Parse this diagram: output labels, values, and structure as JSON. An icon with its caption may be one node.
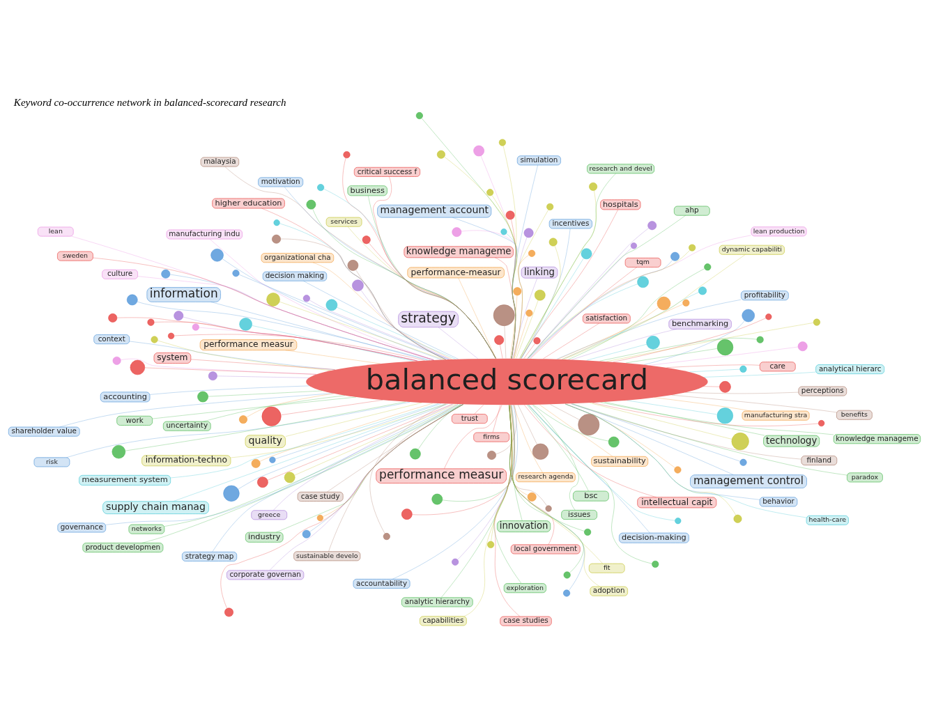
{
  "diagram": {
    "title": "Keyword co-occurrence network in balanced-scorecard research",
    "nodes": [
      {
        "text": [
          "motivation"
        ]
      },
      {
        "text": [
          "accountability"
        ]
      },
      {
        "text": [],
        "shape": "circle"
      },
      {
        "text": [],
        "shape": "circle"
      },
      {
        "text": [
          "strategy map"
        ]
      },
      {
        "text": [],
        "shape": "circle"
      },
      {
        "text": [
          "simulation"
        ]
      },
      {
        "text": [
          "accounting"
        ]
      },
      {
        "text": [
          "corporate governan"
        ]
      },
      {
        "text": [],
        "shape": "circle"
      },
      {
        "text": [
          "incentives"
        ]
      },
      {
        "text": [],
        "shape": "circle"
      },
      {
        "text": [
          "context"
        ]
      },
      {
        "text": [],
        "shape": "circle"
      },
      {
        "text": [],
        "shape": "circle"
      },
      {
        "text": [
          "management account"
        ]
      },
      {
        "text": [
          "shareholder value"
        ]
      },
      {
        "text": [],
        "shape": "circle"
      },
      {
        "text": [
          "management control"
        ]
      },
      {
        "text": [
          "profitability"
        ]
      },
      {
        "text": [
          "behavior"
        ]
      },
      {
        "text": [],
        "shape": "circle"
      },
      {
        "text": [
          "finland"
        ]
      },
      {
        "text": [],
        "shape": "circle"
      },
      {
        "text": [],
        "shape": "circle"
      },
      {
        "text": [
          "information"
        ]
      },
      {
        "text": [],
        "shape": "circle"
      },
      {
        "text": [
          "linking"
        ]
      },
      {
        "text": [
          "decision-making"
        ]
      },
      {
        "text": [
          "case study"
        ]
      },
      {
        "text": [
          "decision making"
        ]
      },
      {
        "text": [],
        "shape": "circle"
      },
      {
        "text": [],
        "shape": "circle"
      },
      {
        "text": [],
        "shape": "circle"
      },
      {
        "text": [],
        "shape": "circle"
      },
      {
        "text": [],
        "shape": "circle"
      },
      {
        "text": [
          "benefits"
        ]
      },
      {
        "text": [
          "performance-measur"
        ]
      },
      {
        "text": [
          "manufacturing stra"
        ]
      },
      {
        "text": [],
        "shape": "circle"
      },
      {
        "text": [
          "organizational cha"
        ]
      },
      {
        "text": [],
        "shape": "circle"
      },
      {
        "text": [],
        "shape": "circle"
      },
      {
        "text": [],
        "shape": "circle"
      },
      {
        "text": [
          "sustainable develo"
        ]
      },
      {
        "text": [],
        "shape": "circle"
      },
      {
        "text": [
          "culture"
        ]
      },
      {
        "text": [
          "governance"
        ]
      },
      {
        "text": [
          "lean"
        ]
      },
      {
        "text": [],
        "shape": "circle"
      },
      {
        "text": [
          "greece"
        ]
      },
      {
        "text": [
          "sustainability"
        ]
      },
      {
        "text": [
          "lean production"
        ]
      },
      {
        "text": [
          "strategy"
        ]
      },
      {
        "text": [],
        "shape": "circle"
      },
      {
        "text": [
          "research agenda"
        ]
      },
      {
        "text": [],
        "shape": "circle"
      },
      {
        "text": [
          "manufacturing indu"
        ]
      },
      {
        "text": [
          "perceptions"
        ]
      },
      {
        "text": [],
        "shape": "circle"
      },
      {
        "text": [],
        "shape": "circle"
      },
      {
        "text": [],
        "shape": "circle"
      },
      {
        "text": [],
        "shape": "circle"
      },
      {
        "text": [
          "performance measur"
        ]
      },
      {
        "text": [
          "risk"
        ]
      },
      {
        "text": [
          "trust"
        ]
      },
      {
        "text": [
          "uncertainty"
        ]
      },
      {
        "text": [],
        "shape": "circle"
      },
      {
        "text": [],
        "shape": "circle"
      },
      {
        "text": [
          "malaysia"
        ]
      },
      {
        "text": [],
        "shape": "circle"
      },
      {
        "text": [],
        "shape": "circle"
      },
      {
        "text": [],
        "shape": "circle"
      },
      {
        "text": [],
        "shape": "circle"
      },
      {
        "text": [],
        "shape": "circle"
      },
      {
        "text": [],
        "shape": "circle"
      },
      {
        "text": [],
        "shape": "circle"
      },
      {
        "text": [],
        "shape": "circle"
      },
      {
        "text": [],
        "shape": "circle"
      },
      {
        "text": [],
        "shape": "circle"
      },
      {
        "text": [],
        "shape": "circle"
      },
      {
        "text": [],
        "shape": "circle"
      },
      {
        "text": [],
        "shape": "circle"
      },
      {
        "text": [
          "balanced scorecard"
        ]
      },
      {
        "text": [
          "dynamic capabiliti"
        ]
      },
      {
        "text": [],
        "shape": "circle"
      },
      {
        "text": [],
        "shape": "circle"
      },
      {
        "text": [],
        "shape": "circle"
      },
      {
        "text": [],
        "shape": "circle"
      },
      {
        "text": [],
        "shape": "circle"
      },
      {
        "text": [],
        "shape": "circle"
      },
      {
        "text": [],
        "shape": "circle"
      },
      {
        "text": [],
        "shape": "circle"
      },
      {
        "text": [
          "adoption"
        ]
      },
      {
        "text": [],
        "shape": "circle"
      },
      {
        "text": [],
        "shape": "circle"
      },
      {
        "text": [],
        "shape": "circle"
      },
      {
        "text": [
          "care"
        ]
      },
      {
        "text": [],
        "shape": "circle"
      },
      {
        "text": [],
        "shape": "circle"
      },
      {
        "text": [],
        "shape": "circle"
      },
      {
        "text": [
          "health-care"
        ]
      },
      {
        "text": [
          "quality"
        ]
      },
      {
        "text": [],
        "shape": "circle"
      },
      {
        "text": [],
        "shape": "circle"
      },
      {
        "text": [
          "benchmarking"
        ]
      },
      {
        "text": [
          "bsc"
        ]
      },
      {
        "text": [
          "knowledge manageme"
        ]
      },
      {
        "text": [
          "firms"
        ]
      },
      {
        "text": [],
        "shape": "circle"
      },
      {
        "text": [],
        "shape": "circle"
      },
      {
        "text": [
          "information-techno"
        ]
      },
      {
        "text": [],
        "shape": "circle"
      },
      {
        "text": [
          "performance measur"
        ]
      },
      {
        "text": [],
        "shape": "circle"
      },
      {
        "text": [],
        "shape": "circle"
      },
      {
        "text": [
          "higher education"
        ]
      },
      {
        "text": [
          "satisfaction"
        ]
      },
      {
        "text": [],
        "shape": "circle"
      },
      {
        "text": [],
        "shape": "circle"
      },
      {
        "text": [],
        "shape": "circle"
      },
      {
        "text": [],
        "shape": "circle"
      },
      {
        "text": [],
        "shape": "circle"
      },
      {
        "text": [],
        "shape": "circle"
      },
      {
        "text": [
          "industry"
        ]
      },
      {
        "text": [
          "fit"
        ]
      },
      {
        "text": [],
        "shape": "circle"
      },
      {
        "text": [],
        "shape": "circle"
      },
      {
        "text": [
          "knowledge manageme"
        ]
      },
      {
        "text": [
          "innovation"
        ]
      },
      {
        "text": [],
        "shape": "circle"
      },
      {
        "text": [
          "local government"
        ]
      },
      {
        "text": [],
        "shape": "circle"
      },
      {
        "text": [],
        "shape": "circle"
      },
      {
        "text": [],
        "shape": "circle"
      },
      {
        "text": [],
        "shape": "circle"
      },
      {
        "text": [],
        "shape": "circle"
      },
      {
        "text": [
          "tqm"
        ]
      },
      {
        "text": [],
        "shape": "circle"
      },
      {
        "text": [
          "hospitals"
        ]
      },
      {
        "text": [
          "capabilities"
        ]
      },
      {
        "text": [],
        "shape": "circle"
      },
      {
        "text": [],
        "shape": "circle"
      },
      {
        "text": [],
        "shape": "circle"
      },
      {
        "text": [
          "technology"
        ]
      },
      {
        "text": [
          "system"
        ]
      },
      {
        "text": [],
        "shape": "circle"
      },
      {
        "text": [
          "services"
        ]
      },
      {
        "text": [],
        "shape": "circle"
      },
      {
        "text": [],
        "shape": "circle"
      },
      {
        "text": [],
        "shape": "circle"
      },
      {
        "text": [
          "analytic hierarchy"
        ]
      },
      {
        "text": [],
        "shape": "circle"
      },
      {
        "text": [],
        "shape": "circle"
      },
      {
        "text": [],
        "shape": "circle"
      },
      {
        "text": [],
        "shape": "circle"
      },
      {
        "text": [],
        "shape": "circle"
      },
      {
        "text": [
          "intellectual capit"
        ]
      },
      {
        "text": [
          "business"
        ]
      },
      {
        "text": [
          "issues"
        ]
      },
      {
        "text": [
          "exploration"
        ]
      },
      {
        "text": [
          "sweden"
        ]
      },
      {
        "text": [
          "measurement system"
        ]
      },
      {
        "text": [
          "ahp"
        ]
      },
      {
        "text": [],
        "shape": "circle"
      },
      {
        "text": [],
        "shape": "circle"
      },
      {
        "text": [
          "work"
        ]
      },
      {
        "text": [],
        "shape": "circle"
      },
      {
        "text": [
          "networks"
        ]
      },
      {
        "text": [],
        "shape": "circle"
      },
      {
        "text": [
          "supply chain manag"
        ]
      },
      {
        "text": [
          "case studies"
        ]
      },
      {
        "text": [],
        "shape": "circle"
      },
      {
        "text": [
          "product developmen"
        ]
      },
      {
        "text": [],
        "shape": "circle"
      },
      {
        "text": [
          "critical success f"
        ]
      },
      {
        "text": [
          "paradox"
        ]
      },
      {
        "text": [
          "analytical hierarc"
        ]
      },
      {
        "text": [
          "research and devel"
        ]
      }
    ],
    "edges": [
      {
        "from": 83,
        "to": 0,
        "arrow": "none",
        "color": "#4f94d9"
      },
      {
        "from": 83,
        "to": 1,
        "arrow": "none",
        "color": "#4f94d9"
      },
      {
        "from": 83,
        "to": 2,
        "arrow": "none",
        "color": "#4f94d9"
      },
      {
        "from": 83,
        "to": 3,
        "arrow": "none",
        "color": "#4f94d9"
      },
      {
        "from": 83,
        "to": 4,
        "arrow": "none",
        "color": "#4f94d9"
      },
      {
        "from": 83,
        "to": 5,
        "arrow": "none",
        "color": "#a87bd8"
      },
      {
        "from": 83,
        "to": 6,
        "arrow": "none",
        "color": "#4f94d9"
      },
      {
        "from": 83,
        "to": 7,
        "arrow": "none",
        "color": "#4f94d9"
      },
      {
        "from": 83,
        "to": 8,
        "arrow": "none",
        "color": "#a87bd8"
      },
      {
        "from": 83,
        "to": 9,
        "arrow": "none",
        "color": "#4f94d9"
      },
      {
        "from": 83,
        "to": 10,
        "arrow": "none",
        "color": "#4f94d9"
      },
      {
        "from": 83,
        "to": 11,
        "arrow": "none",
        "color": "#4f94d9"
      },
      {
        "from": 83,
        "to": 12,
        "arrow": "none",
        "color": "#4f94d9"
      },
      {
        "from": 83,
        "to": 13,
        "arrow": "none",
        "color": "#4f94d9"
      },
      {
        "from": 83,
        "to": 14,
        "arrow": "none",
        "color": "#4f94d9"
      },
      {
        "from": 83,
        "to": 15,
        "arrow": "none",
        "color": "#4f94d9"
      },
      {
        "from": 83,
        "to": 16,
        "arrow": "none",
        "color": "#4f94d9"
      },
      {
        "from": 83,
        "to": 17,
        "arrow": "none",
        "color": "#4f94d9"
      },
      {
        "from": 83,
        "to": 18,
        "arrow": "none",
        "color": "#4f94d9"
      },
      {
        "from": 83,
        "to": 19,
        "arrow": "none",
        "color": "#4f94d9"
      },
      {
        "from": 83,
        "to": 20,
        "arrow": "none",
        "color": "#4f94d9"
      },
      {
        "from": 83,
        "to": 21,
        "arrow": "none",
        "color": "#4f94d9"
      },
      {
        "from": 83,
        "to": 22,
        "arrow": "none",
        "color": "#a97868"
      },
      {
        "from": 83,
        "to": 23,
        "arrow": "none",
        "color": "#a97868"
      },
      {
        "from": 83,
        "to": 24,
        "arrow": "none",
        "color": "#a87bd8"
      },
      {
        "from": 83,
        "to": 25,
        "arrow": "none",
        "color": "#4f94d9"
      },
      {
        "from": 83,
        "to": 26,
        "arrow": "none",
        "color": "#f29a38"
      },
      {
        "from": 83,
        "to": 27,
        "arrow": "none",
        "color": "#a87bd8"
      },
      {
        "from": 83,
        "to": 28,
        "arrow": "none",
        "color": "#4f94d9"
      },
      {
        "from": 83,
        "to": 29,
        "arrow": "none",
        "color": "#a97868"
      },
      {
        "from": 83,
        "to": 30,
        "arrow": "none",
        "color": "#4f94d9"
      },
      {
        "from": 83,
        "to": 31,
        "arrow": "none",
        "color": "#a97868"
      },
      {
        "from": 83,
        "to": 32,
        "arrow": "none",
        "color": "#a87bd8"
      },
      {
        "from": 83,
        "to": 33,
        "arrow": "none",
        "color": "#f29a38"
      },
      {
        "from": 83,
        "to": 34,
        "arrow": "none",
        "color": "#a87bd8"
      },
      {
        "from": 83,
        "to": 35,
        "arrow": "none",
        "color": "#f29a38"
      },
      {
        "from": 83,
        "to": 36,
        "arrow": "none",
        "color": "#a97868"
      },
      {
        "from": 83,
        "to": 37,
        "arrow": "none",
        "color": "#f29a38"
      },
      {
        "from": 83,
        "to": 38,
        "arrow": "none",
        "color": "#f29a38"
      },
      {
        "from": 83,
        "to": 39,
        "arrow": "none",
        "color": "#4f94d9"
      },
      {
        "from": 83,
        "to": 40,
        "arrow": "none",
        "color": "#f29a38"
      },
      {
        "from": 83,
        "to": 41,
        "arrow": "none",
        "color": "#f29a38"
      },
      {
        "from": 83,
        "to": 42,
        "arrow": "none",
        "color": "#4f94d9"
      },
      {
        "from": 83,
        "to": 43,
        "arrow": "none",
        "color": "#a87bd8"
      },
      {
        "from": 83,
        "to": 44,
        "arrow": "none",
        "color": "#a97868"
      },
      {
        "from": 83,
        "to": 45,
        "arrow": "none",
        "color": "#f29a38"
      },
      {
        "from": 83,
        "to": 46,
        "arrow": "none",
        "color": "#e98ae0"
      },
      {
        "from": 83,
        "to": 47,
        "arrow": "none",
        "color": "#4f94d9"
      },
      {
        "from": 83,
        "to": 48,
        "arrow": "none",
        "color": "#e98ae0"
      },
      {
        "from": 83,
        "to": 49,
        "arrow": "none",
        "color": "#f29a38"
      },
      {
        "from": 83,
        "to": 50,
        "arrow": "none",
        "color": "#a87bd8"
      },
      {
        "from": 83,
        "to": 51,
        "arrow": "none",
        "color": "#f29a38"
      },
      {
        "from": 83,
        "to": 52,
        "arrow": "none",
        "color": "#e98ae0"
      },
      {
        "from": 83,
        "to": 53,
        "arrow": "none",
        "color": "#a87bd8"
      },
      {
        "from": 83,
        "to": 54,
        "arrow": "none",
        "color": "#a87bd8"
      },
      {
        "from": 83,
        "to": 55,
        "arrow": "none",
        "color": "#f29a38"
      },
      {
        "from": 83,
        "to": 56,
        "arrow": "none",
        "color": "#f29a38"
      },
      {
        "from": 83,
        "to": 57,
        "arrow": "none",
        "color": "#e98ae0"
      },
      {
        "from": 83,
        "to": 58,
        "arrow": "none",
        "color": "#a97868"
      },
      {
        "from": 83,
        "to": 59,
        "arrow": "none",
        "color": "#a97868"
      },
      {
        "from": 83,
        "to": 60,
        "arrow": "none",
        "color": "#a97868"
      },
      {
        "from": 83,
        "to": 61,
        "arrow": "none",
        "color": "#c4c531"
      },
      {
        "from": 83,
        "to": 62,
        "arrow": "none",
        "color": "#41c6d5"
      },
      {
        "from": 83,
        "to": 63,
        "arrow": "none",
        "color": "#f29a38"
      },
      {
        "from": 83,
        "to": 64,
        "arrow": "none",
        "color": "#4f94d9"
      },
      {
        "from": 83,
        "to": 65,
        "arrow": "none"
      },
      {
        "from": 83,
        "to": 66,
        "arrow": "none",
        "color": "#44b54a"
      },
      {
        "from": 83,
        "to": 67,
        "arrow": "none",
        "color": "#e98ae0"
      },
      {
        "from": 83,
        "to": 68,
        "arrow": "none",
        "color": "#44b54a"
      },
      {
        "from": 83,
        "to": 69,
        "arrow": "none",
        "color": "#a97868"
      },
      {
        "from": 83,
        "to": 70,
        "arrow": "none",
        "color": "#f29a38"
      },
      {
        "from": 83,
        "to": 71,
        "arrow": "none",
        "color": "#a87bd8"
      },
      {
        "from": 83,
        "to": 72,
        "arrow": "none",
        "color": "#e98ae0"
      },
      {
        "from": 83,
        "to": 73,
        "arrow": "none",
        "color": "#c4c531"
      },
      {
        "from": 83,
        "to": 74,
        "arrow": "none",
        "color": "#44b54a"
      },
      {
        "from": 83,
        "to": 75,
        "arrow": "none",
        "color": "#44b54a"
      },
      {
        "from": 83,
        "to": 76,
        "arrow": "none",
        "color": "#44b54a"
      },
      {
        "from": 83,
        "to": 77,
        "arrow": "none"
      },
      {
        "from": 83,
        "to": 78,
        "arrow": "none",
        "color": "#e98ae0"
      },
      {
        "from": 83,
        "to": 79,
        "arrow": "none",
        "color": "#a87bd8"
      },
      {
        "from": 83,
        "to": 80,
        "arrow": "none",
        "color": "#a97868"
      },
      {
        "from": 83,
        "to": 81,
        "arrow": "none",
        "color": "#41c6d5"
      },
      {
        "from": 83,
        "to": 82,
        "arrow": "none",
        "color": "#f29a38"
      },
      {
        "from": 83,
        "to": 84,
        "arrow": "none",
        "color": "#c4c531"
      },
      {
        "from": 83,
        "to": 85,
        "arrow": "none",
        "color": "#c4c531"
      },
      {
        "from": 83,
        "to": 86,
        "arrow": "none",
        "color": "#44b54a"
      },
      {
        "from": 83,
        "to": 87,
        "arrow": "none",
        "color": "#41c6d5"
      },
      {
        "from": 83,
        "to": 88,
        "arrow": "none",
        "color": "#c4c531"
      },
      {
        "from": 83,
        "to": 89,
        "arrow": "none",
        "color": "#f29a38"
      },
      {
        "from": 83,
        "to": 90,
        "arrow": "none",
        "color": "#41c6d5"
      },
      {
        "from": 83,
        "to": 91,
        "arrow": "none",
        "color": "#c4c531"
      },
      {
        "from": 83,
        "to": 92,
        "arrow": "none",
        "color": "#c4c531"
      },
      {
        "from": 83,
        "to": 93,
        "arrow": "none",
        "color": "#c4c531"
      },
      {
        "from": 83,
        "to": 94,
        "arrow": "none",
        "color": "#a97868"
      },
      {
        "from": 83,
        "to": 95,
        "arrow": "none"
      },
      {
        "from": 83,
        "to": 96,
        "arrow": "none",
        "color": "#e98ae0"
      },
      {
        "from": 83,
        "to": 97,
        "arrow": "none"
      },
      {
        "from": 83,
        "to": 98,
        "arrow": "none",
        "color": "#c4c531"
      },
      {
        "from": 83,
        "to": 99,
        "arrow": "none"
      },
      {
        "from": 83,
        "to": 100,
        "arrow": "none",
        "color": "#4f94d9"
      },
      {
        "from": 83,
        "to": 101,
        "arrow": "none",
        "color": "#41c6d5"
      },
      {
        "from": 83,
        "to": 102,
        "arrow": "none",
        "color": "#c4c531"
      },
      {
        "from": 83,
        "to": 103,
        "arrow": "none"
      },
      {
        "from": 83,
        "to": 104,
        "arrow": "none",
        "color": "#c4c531"
      },
      {
        "from": 83,
        "to": 105,
        "arrow": "none",
        "color": "#a87bd8"
      },
      {
        "from": 83,
        "to": 106,
        "arrow": "none",
        "color": "#44b54a"
      },
      {
        "from": 83,
        "to": 107,
        "arrow": "none",
        "color": "#44b54a"
      },
      {
        "from": 83,
        "to": 108,
        "arrow": "none"
      },
      {
        "from": 83,
        "to": 109,
        "arrow": "none",
        "color": "#a97868"
      },
      {
        "from": 83,
        "to": 110,
        "arrow": "none",
        "color": "#c4c531"
      },
      {
        "from": 83,
        "to": 111,
        "arrow": "none",
        "color": "#c4c531"
      },
      {
        "from": 83,
        "to": 112,
        "arrow": "none",
        "color": "#41c6d5"
      },
      {
        "from": 83,
        "to": 113,
        "arrow": "none"
      },
      {
        "from": 83,
        "to": 114,
        "arrow": "none",
        "color": "#c4c531"
      },
      {
        "from": 83,
        "to": 115,
        "arrow": "none",
        "color": "#c4c531"
      },
      {
        "from": 83,
        "to": 116,
        "arrow": "none"
      },
      {
        "from": 83,
        "to": 117,
        "arrow": "none"
      },
      {
        "from": 83,
        "to": 118,
        "arrow": "none",
        "color": "#c4c531"
      },
      {
        "from": 83,
        "to": 119,
        "arrow": "none"
      },
      {
        "from": 83,
        "to": 120,
        "arrow": "none",
        "color": "#a97868"
      },
      {
        "from": 83,
        "to": 121,
        "arrow": "none",
        "color": "#41c6d5"
      },
      {
        "from": 83,
        "to": 122,
        "arrow": "none",
        "color": "#41c6d5"
      },
      {
        "from": 83,
        "to": 123,
        "arrow": "none",
        "color": "#e98ae0"
      },
      {
        "from": 83,
        "to": 124,
        "arrow": "none",
        "color": "#44b54a"
      },
      {
        "from": 83,
        "to": 125,
        "arrow": "none",
        "color": "#c4c531"
      },
      {
        "from": 83,
        "to": 126,
        "arrow": "none",
        "color": "#41c6d5"
      },
      {
        "from": 83,
        "to": 127,
        "arrow": "none",
        "color": "#44b54a"
      },
      {
        "from": 83,
        "to": 128,
        "arrow": "none"
      },
      {
        "from": 83,
        "to": 129,
        "arrow": "none",
        "color": "#44b54a"
      },
      {
        "from": 83,
        "to": 130,
        "arrow": "none"
      },
      {
        "from": 83,
        "to": 131,
        "arrow": "none"
      },
      {
        "from": 83,
        "to": 132,
        "arrow": "none",
        "color": "#c4c531"
      },
      {
        "from": 83,
        "to": 133,
        "arrow": "none"
      },
      {
        "from": 83,
        "to": 134,
        "arrow": "none",
        "color": "#44b54a"
      },
      {
        "from": 83,
        "to": 135,
        "arrow": "none",
        "color": "#44b54a"
      },
      {
        "from": 83,
        "to": 136,
        "arrow": "none"
      },
      {
        "from": 83,
        "to": 137,
        "arrow": "none"
      },
      {
        "from": 83,
        "to": 138,
        "arrow": "none",
        "color": "#44b54a"
      },
      {
        "from": 83,
        "to": 139,
        "arrow": "none"
      },
      {
        "from": 83,
        "to": 140,
        "arrow": "none",
        "color": "#c4c531"
      },
      {
        "from": 83,
        "to": 141,
        "arrow": "none",
        "color": "#c4c531"
      },
      {
        "from": 83,
        "to": 142,
        "arrow": "none",
        "color": "#44b54a"
      },
      {
        "from": 83,
        "to": 143,
        "arrow": "none"
      },
      {
        "from": 83,
        "to": 144,
        "arrow": "none",
        "color": "#44b54a"
      },
      {
        "from": 83,
        "to": 145,
        "arrow": "none"
      },
      {
        "from": 83,
        "to": 146,
        "arrow": "none",
        "color": "#41c6d5"
      },
      {
        "from": 83,
        "to": 147,
        "arrow": "none",
        "color": "#c4c531"
      },
      {
        "from": 83,
        "to": 148,
        "arrow": "none"
      },
      {
        "from": 83,
        "to": 149,
        "arrow": "none",
        "color": "#c4c531"
      },
      {
        "from": 83,
        "to": 150,
        "arrow": "none"
      },
      {
        "from": 83,
        "to": 151,
        "arrow": "none",
        "color": "#44b54a"
      },
      {
        "from": 83,
        "to": 152,
        "arrow": "none"
      },
      {
        "from": 83,
        "to": 153,
        "arrow": "none",
        "color": "#44b54a"
      },
      {
        "from": 83,
        "to": 154,
        "arrow": "none"
      },
      {
        "from": 83,
        "to": 155,
        "arrow": "none",
        "color": "#41c6d5"
      },
      {
        "from": 83,
        "to": 156,
        "arrow": "none"
      },
      {
        "from": 83,
        "to": 157,
        "arrow": "none"
      },
      {
        "from": 83,
        "to": 158,
        "arrow": "none",
        "color": "#44b54a"
      },
      {
        "from": 83,
        "to": 159,
        "arrow": "none",
        "color": "#44b54a"
      },
      {
        "from": 83,
        "to": 160,
        "arrow": "none",
        "color": "#44b54a"
      },
      {
        "from": 83,
        "to": 161,
        "arrow": "none"
      },
      {
        "from": 83,
        "to": 162,
        "arrow": "none",
        "color": "#41c6d5"
      },
      {
        "from": 83,
        "to": 163,
        "arrow": "none",
        "color": "#44b54a"
      },
      {
        "from": 83,
        "to": 164,
        "arrow": "none",
        "color": "#41c6d5"
      },
      {
        "from": 83,
        "to": 165,
        "arrow": "none",
        "color": "#44b54a"
      },
      {
        "from": 83,
        "to": 166,
        "arrow": "none",
        "color": "#44b54a"
      },
      {
        "from": 83,
        "to": 167,
        "arrow": "none"
      },
      {
        "from": 83,
        "to": 168,
        "arrow": "none",
        "color": "#44b54a"
      },
      {
        "from": 83,
        "to": 169,
        "arrow": "none"
      },
      {
        "from": 83,
        "to": 170,
        "arrow": "none",
        "color": "#41c6d5"
      },
      {
        "from": 83,
        "to": 171,
        "arrow": "none"
      },
      {
        "from": 83,
        "to": 172,
        "arrow": "none",
        "color": "#44b54a"
      },
      {
        "from": 83,
        "to": 173,
        "arrow": "none",
        "color": "#44b54a"
      },
      {
        "from": 83,
        "to": 174,
        "arrow": "none",
        "color": "#41c6d5"
      },
      {
        "from": 83,
        "to": 175,
        "arrow": "none"
      },
      {
        "from": 83,
        "to": 176,
        "arrow": "none",
        "color": "#44b54a"
      },
      {
        "from": 83,
        "to": 177,
        "arrow": "none",
        "color": "#41c6d5"
      },
      {
        "from": 83,
        "to": 178,
        "arrow": "none",
        "color": "#44b54a"
      }
    ]
  }
}
